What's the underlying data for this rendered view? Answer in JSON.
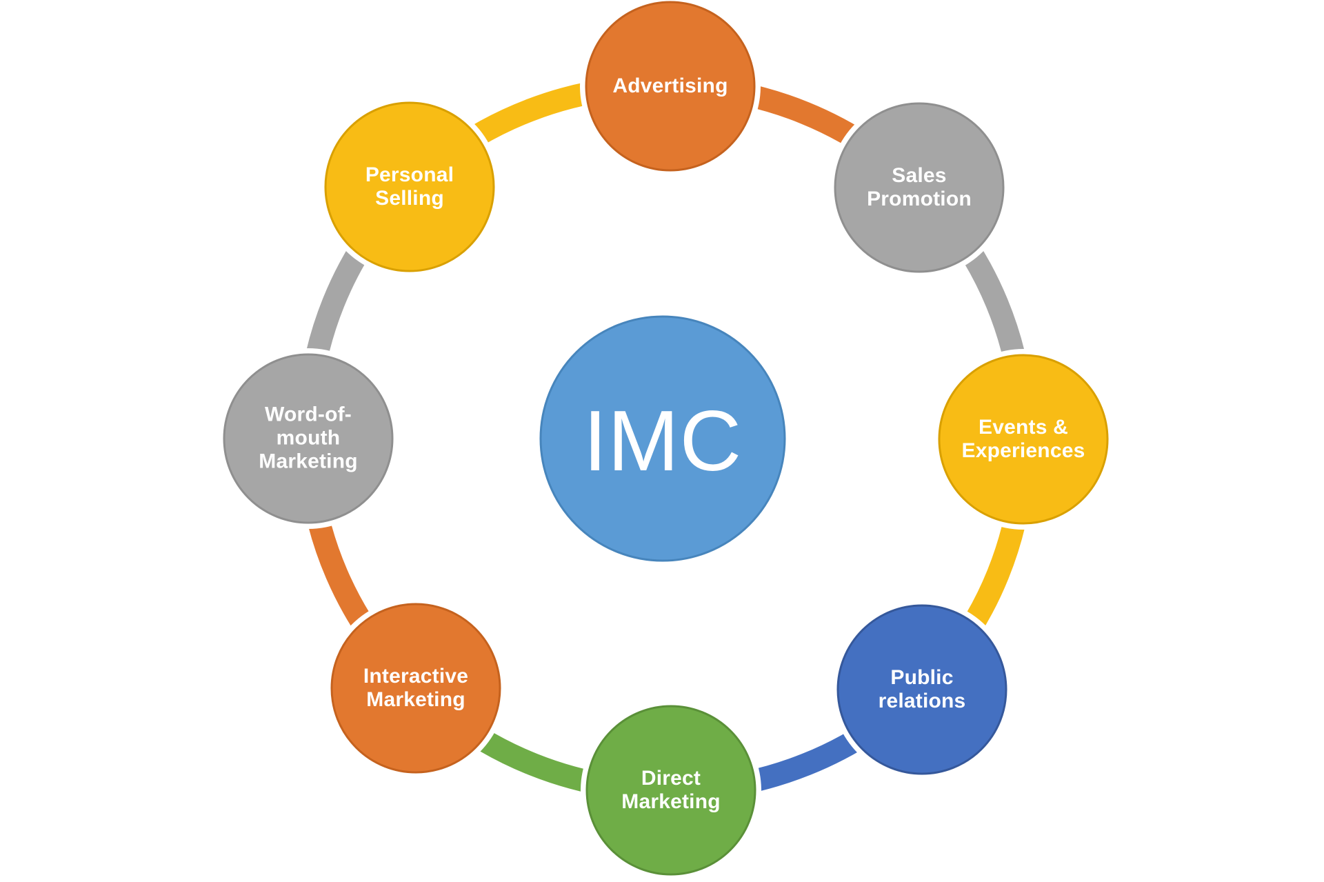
{
  "diagram": {
    "name": "IMC cycle diagram",
    "center": {
      "label": "IMC",
      "fill": "#5B9BD5",
      "edge": "#4785BC"
    },
    "nodes": [
      {
        "id": "advertising",
        "label": "Advertising",
        "fill": "#E2782F",
        "edge": "#C5621E"
      },
      {
        "id": "sales-promotion",
        "label": "Sales\nPromotion",
        "fill": "#A6A6A6",
        "edge": "#8F8F8F"
      },
      {
        "id": "events-experiences",
        "label": "Events &\nExperiences",
        "fill": "#F8BC15",
        "edge": "#D9A000"
      },
      {
        "id": "public-relations",
        "label": "Public\nrelations",
        "fill": "#4470C1",
        "edge": "#35589B"
      },
      {
        "id": "direct-marketing",
        "label": "Direct\nMarketing",
        "fill": "#6FAD47",
        "edge": "#5A9038"
      },
      {
        "id": "interactive-marketing",
        "label": "Interactive\nMarketing",
        "fill": "#E2782F",
        "edge": "#C5621E"
      },
      {
        "id": "word-of-mouth",
        "label": "Word-of-\nmouth\nMarketing",
        "fill": "#A6A6A6",
        "edge": "#8F8F8F"
      },
      {
        "id": "personal-selling",
        "label": "Personal\nSelling",
        "fill": "#F8BC15",
        "edge": "#D9A000"
      }
    ]
  }
}
